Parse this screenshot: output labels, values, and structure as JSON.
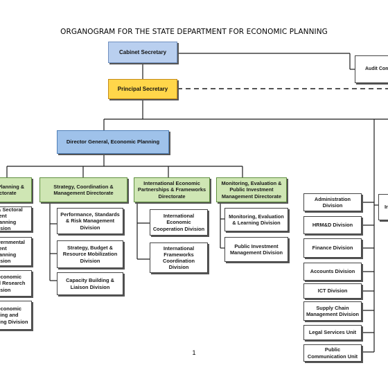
{
  "title": "ORGANOGRAM  FOR THE STATE DEPARTMENT FOR ECONOMIC PLANNING",
  "page_number": "1",
  "colors": {
    "blue": "#b9cfef",
    "yellow": "#ffd64a",
    "green": "#cfe6b4",
    "line": "#1a1a1a"
  },
  "top": {
    "cabinet_secretary": "Cabinet Secretary",
    "principal_secretary": "Principal Secretary",
    "audit_committee": "Audit Com",
    "director_general": "Director General, Economic Planning"
  },
  "directorates": {
    "planning": "t Planning & rectorate",
    "strategy": "Strategy, Coordination & Management Directorate",
    "international": "International Economic Partnerships & Frameworks Directorate",
    "monitoring": "Monitoring, Evaluation & Public Investment Management Directorate"
  },
  "planning_divisions": [
    "l & Sectoral ment Planning ivision",
    "overnmental ment Planning ivision",
    "oeconomic nd Research ivision",
    "oeconomic elling and sting Division"
  ],
  "strategy_divisions": [
    "Performance, Standards & Risk Management Division",
    "Strategy, Budget & Resource Mobilization Division",
    "Capacity Building & Liaison Division"
  ],
  "international_divisions": [
    "International Economic Cooperation Division",
    "International Frameworks Coordination Division"
  ],
  "monitoring_divisions": [
    "Monitoring, Evaluation & Learning Division",
    "Public Investment Management Division"
  ],
  "admin_units": [
    "Administration Division",
    "HRM&D Division",
    "Finance Division",
    "Accounts Division",
    "ICT Division",
    "Supply Chain Management Division",
    "Legal Services Unit",
    "Public Communication Unit"
  ],
  "right_partial": "Ir"
}
